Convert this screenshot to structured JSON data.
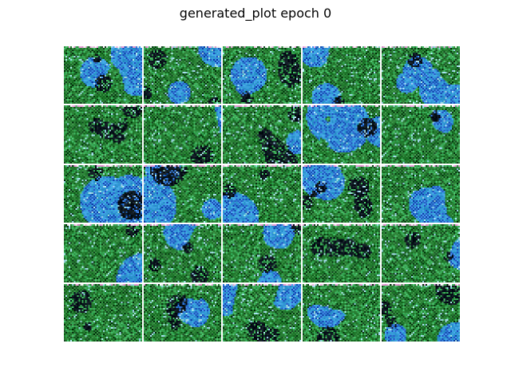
{
  "figure": {
    "title": "generated_plot epoch 0"
  },
  "chart_data": {
    "type": "image-grid",
    "title": "generated_plot epoch 0",
    "rows": 5,
    "cols": 5,
    "axes_visible": false,
    "palette": [
      "#0a1a10",
      "#0f3a1c",
      "#1d6b2a",
      "#2f8f3a",
      "#3fb86a",
      "#2fa6c9",
      "#3b8ee6",
      "#1a4fb0",
      "#0a0f2a",
      "#9fd9e6",
      "#f2f2f2",
      "#e8a0d8"
    ]
  }
}
